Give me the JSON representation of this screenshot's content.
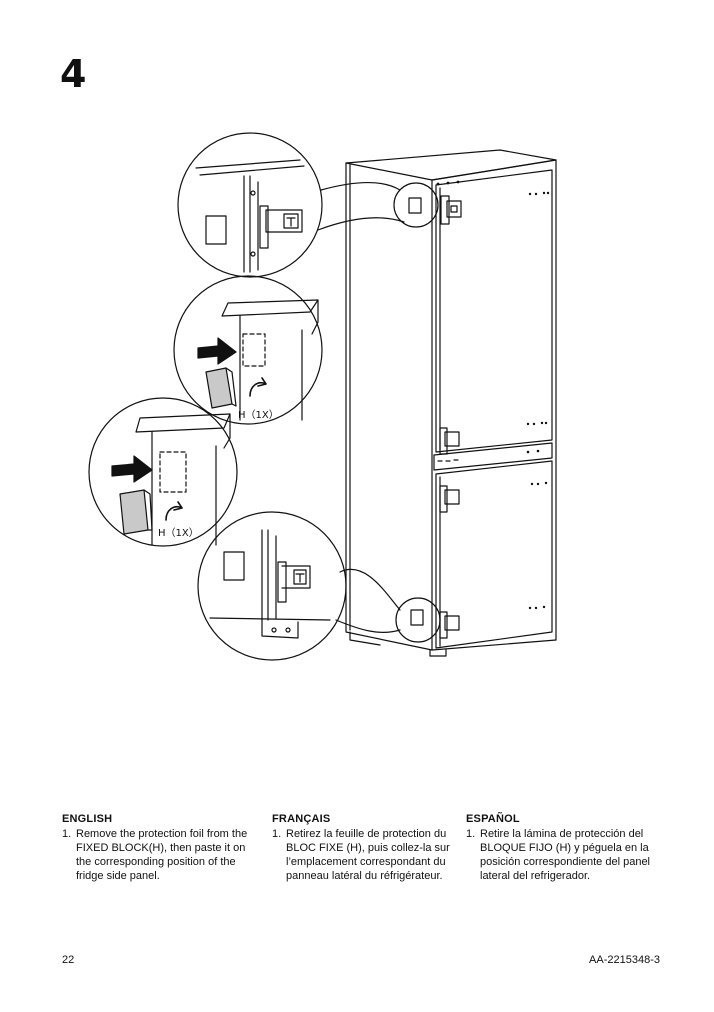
{
  "step": {
    "number": "4"
  },
  "callouts": {
    "part_label_1": "H（1X）",
    "part_label_2": "H（1X）"
  },
  "instructions": [
    {
      "language": "ENGLISH",
      "number": "1.",
      "text": "Remove the protection foil from the FIXED BLOCK(H), then paste it on the corresponding position of the fridge side panel."
    },
    {
      "language": "FRANÇAIS",
      "number": "1.",
      "text": "Retirez la feuille de protection du BLOC FIXE (H), puis collez-la sur l’emplacement correspondant du panneau latéral du réfrigérateur."
    },
    {
      "language": "ESPAÑOL",
      "number": "1.",
      "text": "Retire la lámina de protección del BLOQUE FIJO (H) y péguela en la posición correspondiente del panel lateral del refrigerador."
    }
  ],
  "footer": {
    "page_number": "22",
    "document_code": "AA-2215348-3"
  }
}
